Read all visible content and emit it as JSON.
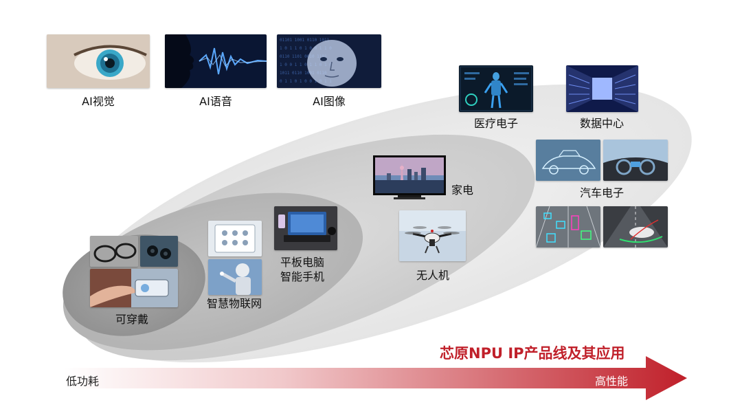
{
  "top_categories": [
    {
      "label": "AI视觉",
      "icon": "eye-icon"
    },
    {
      "label": "AI语音",
      "icon": "voice-wave-icon"
    },
    {
      "label": "AI图像",
      "icon": "digital-face-icon"
    }
  ],
  "application_labels": {
    "wearable": "可穿戴",
    "iot": "智慧物联网",
    "tablet_phone": "平板电脑\n智能手机",
    "tablet": "平板电脑",
    "phone": "智能手机",
    "home_appliance": "家电",
    "drone": "无人机",
    "medical": "医疗电子",
    "datacenter": "数据中心",
    "automotive": "汽车电子"
  },
  "title": "芯原NPU IP产品线及其应用",
  "arrow": {
    "left_label": "低功耗",
    "right_label": "高性能",
    "color": "#c0202a"
  },
  "colors": {
    "outer_ellipse": "#ececec",
    "mid_ellipse": "#d4d4d4",
    "inner_ellipse": "#bdbdbd",
    "core_ellipse": "#9e9e9e",
    "accent": "#c0202a"
  }
}
